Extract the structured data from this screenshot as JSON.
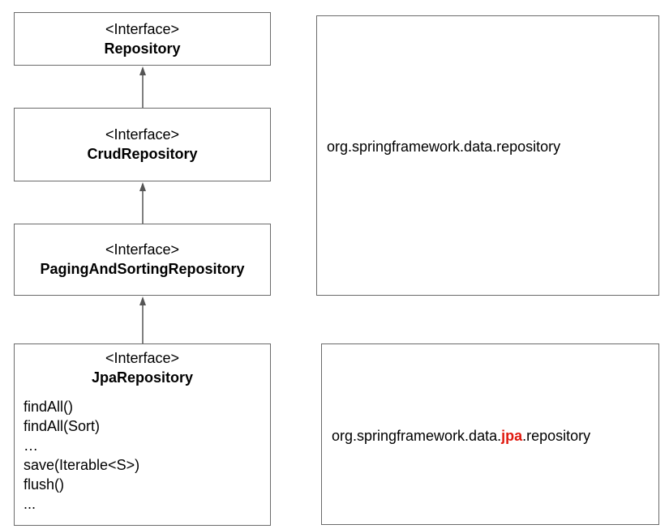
{
  "colors": {
    "border": "#6b6b6b",
    "arrow": "#555555",
    "highlight": "#e0190f"
  },
  "interfaces": [
    {
      "stereotype": "<Interface>",
      "name": "Repository"
    },
    {
      "stereotype": "<Interface>",
      "name": "CrudRepository"
    },
    {
      "stereotype": "<Interface>",
      "name": "PagingAndSortingRepository"
    },
    {
      "stereotype": "<Interface>",
      "name": "JpaRepository",
      "methods": [
        "findAll()",
        "findAll(Sort)",
        "…",
        "save(Iterable<S>)",
        "flush()",
        "..."
      ]
    }
  ],
  "packages": {
    "data": {
      "label": "org.springframework.data.repository"
    },
    "jpa": {
      "prefix": "org.springframework.data.",
      "highlight": "jpa",
      "suffix": ".repository"
    }
  }
}
